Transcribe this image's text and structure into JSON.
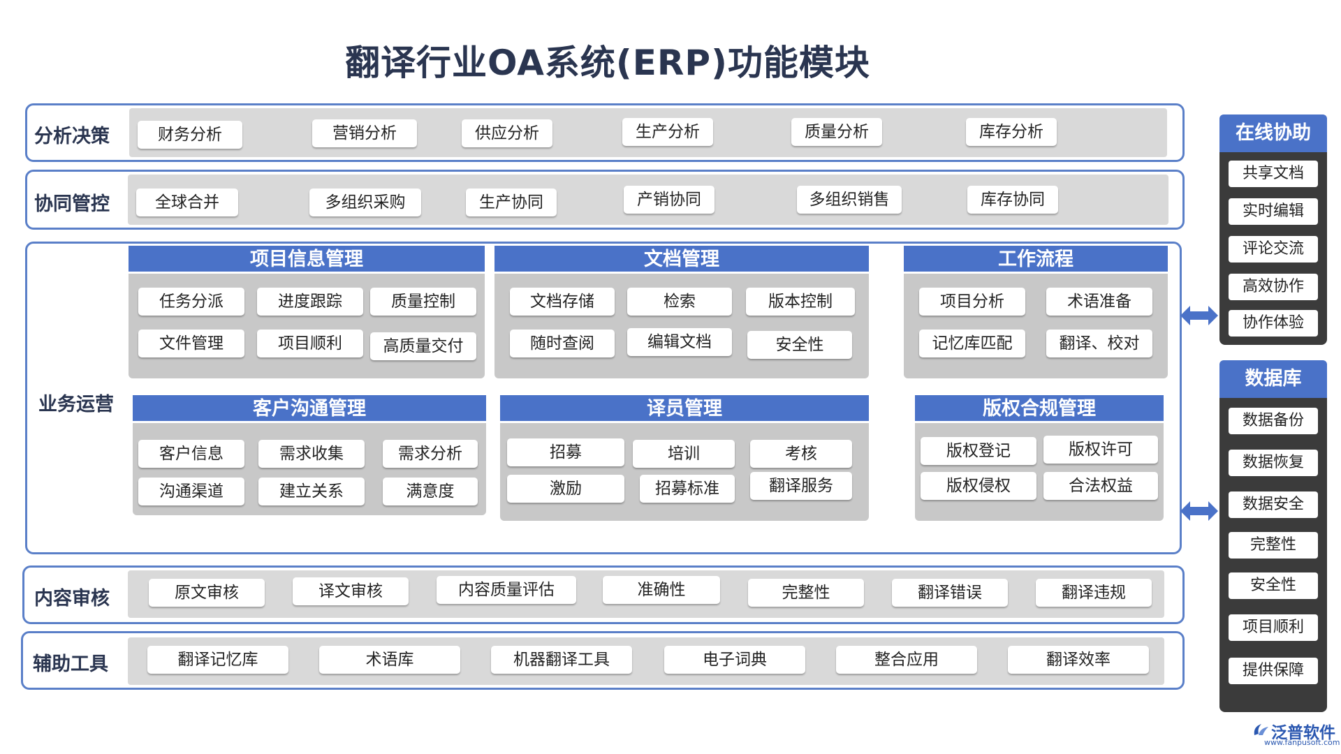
{
  "title": "翻译行业OA系统(ERP)功能模块",
  "rows": {
    "analysis": {
      "label": "分析决策",
      "items": [
        "财务分析",
        "营销分析",
        "供应分析",
        "生产分析",
        "质量分析",
        "库存分析"
      ]
    },
    "collab": {
      "label": "协同管控",
      "items": [
        "全球合并",
        "多组织采购",
        "生产协同",
        "产销协同",
        "多组织销售",
        "库存协同"
      ]
    },
    "ops_label": "业务运营",
    "review": {
      "label": "内容审核",
      "items": [
        "原文审核",
        "译文审核",
        "内容质量评估",
        "准确性",
        "完整性",
        "翻译错误",
        "翻译违规"
      ]
    },
    "tools": {
      "label": "辅助工具",
      "items": [
        "翻译记忆库",
        "术语库",
        "机器翻译工具",
        "电子词典",
        "整合应用",
        "翻译效率"
      ]
    }
  },
  "modules": {
    "project": {
      "title": "项目信息管理",
      "items": [
        "任务分派",
        "进度跟踪",
        "质量控制",
        "文件管理",
        "项目顺利",
        "高质量交付"
      ]
    },
    "docs": {
      "title": "文档管理",
      "items": [
        "文档存储",
        "检索",
        "版本控制",
        "随时查阅",
        "编辑文档",
        "安全性"
      ]
    },
    "workflow": {
      "title": "工作流程",
      "items": [
        "项目分析",
        "术语准备",
        "记忆库匹配",
        "翻译、校对"
      ]
    },
    "customer": {
      "title": "客户沟通管理",
      "items": [
        "客户信息",
        "需求收集",
        "需求分析",
        "沟通渠道",
        "建立关系",
        "满意度"
      ]
    },
    "translators": {
      "title": "译员管理",
      "items": [
        "招募",
        "培训",
        "考核",
        "激励",
        "招募标准",
        "翻译服务"
      ]
    },
    "copyright": {
      "title": "版权合规管理",
      "items": [
        "版权登记",
        "版权许可",
        "版权侵权",
        "合法权益"
      ]
    }
  },
  "side": {
    "online": {
      "title": "在线协助",
      "items": [
        "共享文档",
        "实时编辑",
        "评论交流",
        "高效协作",
        "协作体验"
      ]
    },
    "database": {
      "title": "数据库",
      "items": [
        "数据备份",
        "数据恢复",
        "数据安全",
        "完整性",
        "安全性",
        "项目顺利",
        "提供保障"
      ]
    }
  },
  "logo": {
    "name": "泛普软件",
    "url": "www.fanpusoft.com"
  },
  "colors": {
    "accent_blue": "#4a72c8",
    "frame_blue": "#5a7fc8",
    "title_dark": "#2a3550",
    "panel_dark": "#3b3b3b",
    "gray": "#d9d9d9"
  }
}
